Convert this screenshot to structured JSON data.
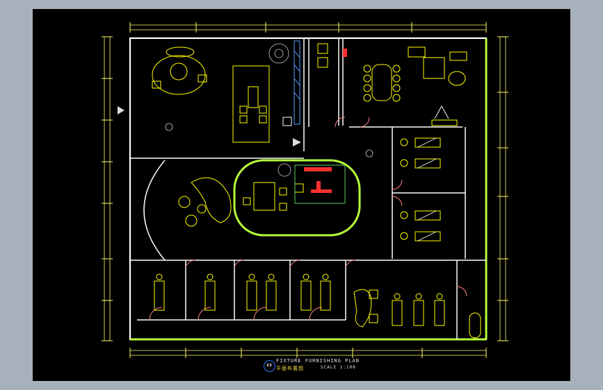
{
  "title_block": {
    "code": "FF",
    "title": "FIXTURE FURNISHING PLAN",
    "subtitle": "平面布置图",
    "scale": "SCALE 1:100"
  },
  "colors": {
    "background": "#000000",
    "frame": "#a7b0bb",
    "walls": "#ffffff",
    "accent_wall": "#b6ff3c",
    "dimensions": "#ffff66",
    "furniture": "#ffff00",
    "red_marks": "#ff3030"
  }
}
